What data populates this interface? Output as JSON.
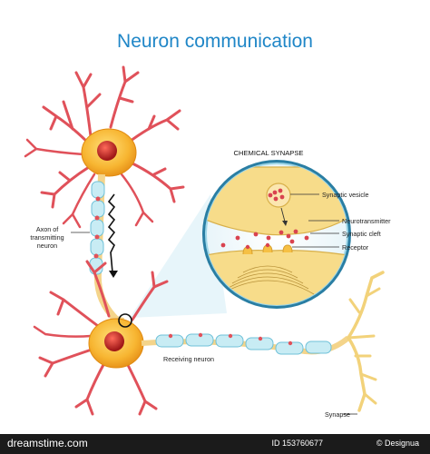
{
  "title": "Neuron communication",
  "inset_title": "CHEMICAL SYNAPSE",
  "labels": {
    "synaptic_vesicle": "Synaptic vesicle",
    "neurotransmitter": "Neurotransmitter",
    "synaptic_cleft": "Synaptic cleft",
    "receptor": "Receptor",
    "axon_line1": "Axon of",
    "axon_line2": "transmitting",
    "axon_line3": "neuron",
    "receiving_neuron": "Receiving neuron",
    "synapse": "Synapse"
  },
  "footer": {
    "logo": "dreamstime.com",
    "id": "ID 153760677",
    "credit": "© Designua"
  },
  "colors": {
    "title": "#1f86c7",
    "soma": "#f7b531",
    "nucleus": "#c0272d",
    "dendrite": "#e0515a",
    "myelin": "#c8ecf4",
    "terminal": "#f0d070",
    "ring": "#2a6f8f"
  }
}
